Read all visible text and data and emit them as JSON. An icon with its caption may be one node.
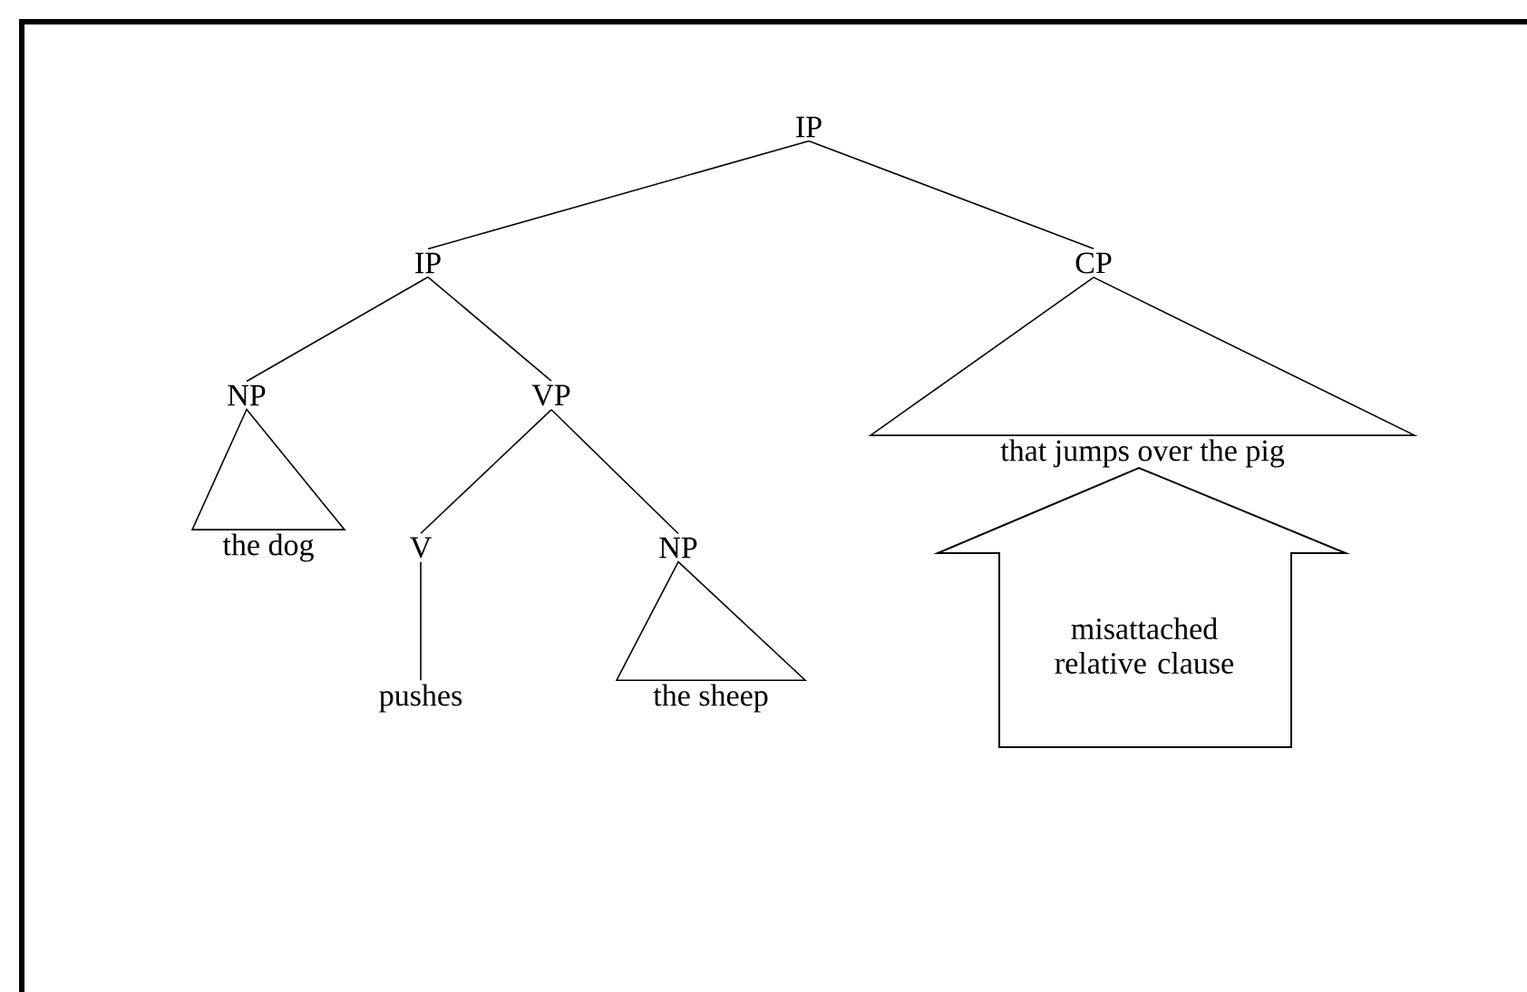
{
  "diagram": {
    "nodes": [
      {
        "text": [
          "IP"
        ]
      },
      {
        "text": [
          "IP"
        ]
      },
      {
        "text": [
          "CP"
        ]
      },
      {
        "text": [
          "NP"
        ]
      },
      {
        "text": [
          "VP"
        ]
      },
      {
        "text": [
          "the dog"
        ]
      },
      {
        "text": [
          "V"
        ]
      },
      {
        "text": [
          "NP"
        ]
      },
      {
        "text": [
          "pushes"
        ]
      },
      {
        "text": [
          "the sheep"
        ]
      },
      {
        "text": [
          "that jumps over the pig"
        ]
      },
      {
        "text": [
          "misattached relative clause"
        ]
      }
    ],
    "edges": [
      {
        "from": 0,
        "to": 1,
        "arrow": "none"
      },
      {
        "from": 0,
        "to": 2,
        "arrow": "none"
      },
      {
        "from": 1,
        "to": 3,
        "arrow": "none"
      },
      {
        "from": 1,
        "to": 4,
        "arrow": "none"
      },
      {
        "from": 3,
        "to": 5,
        "arrow": "none"
      },
      {
        "from": 4,
        "to": 6,
        "arrow": "none"
      },
      {
        "from": 4,
        "to": 7,
        "arrow": "none"
      },
      {
        "from": 6,
        "to": 8,
        "arrow": "none"
      },
      {
        "from": 7,
        "to": 9,
        "arrow": "none"
      },
      {
        "from": 2,
        "to": 10,
        "arrow": "none"
      }
    ]
  }
}
